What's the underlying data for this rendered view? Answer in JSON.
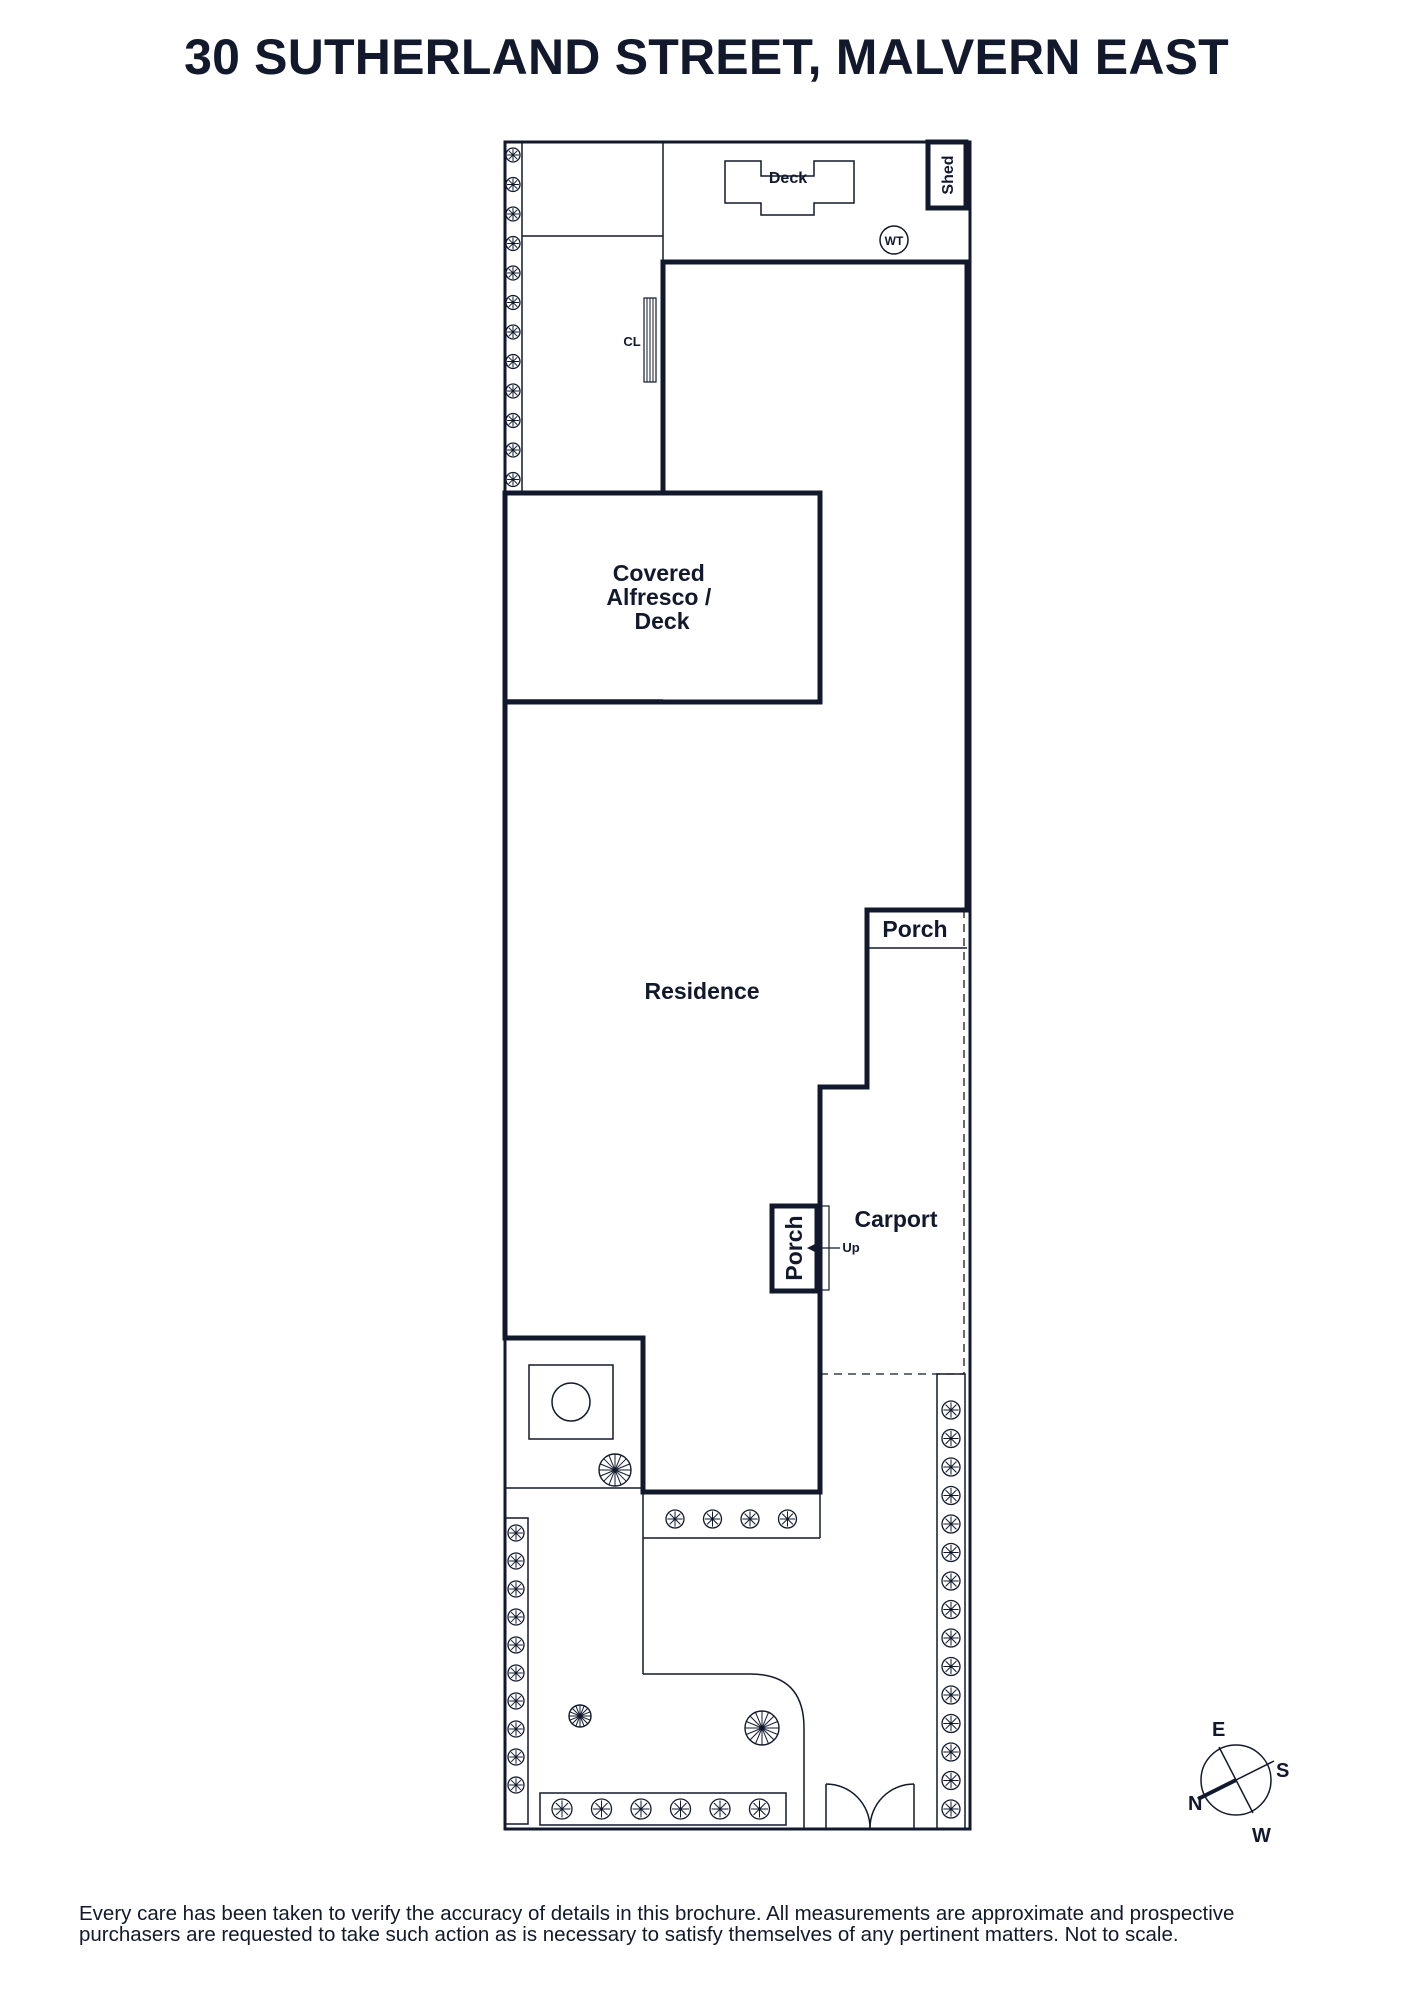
{
  "header": {
    "title": "30 SUTHERLAND STREET, MALVERN EAST"
  },
  "floorplan": {
    "rooms": {
      "deck": "Deck",
      "shed": "Shed",
      "water_tank": "WT",
      "clothesline": "CL",
      "covered_alfresco": [
        "Covered",
        "Alfresco /",
        "Deck"
      ],
      "residence": "Residence",
      "porch_side": "Porch",
      "carport": "Carport",
      "porch_front": "Porch",
      "stair_up": "Up"
    },
    "compass": {
      "north": "N",
      "east": "E",
      "south": "S",
      "west": "W"
    }
  },
  "footer": {
    "disclaimer_line1": "Every care has been taken to verify the accuracy of details in this brochure. All measurements are approximate and prospective",
    "disclaimer_line2": "purchasers are requested to take such action as is necessary to satisfy themselves of any pertinent matters. Not to scale."
  },
  "colors": {
    "ink": "#12192d",
    "background": "#ffffff"
  }
}
